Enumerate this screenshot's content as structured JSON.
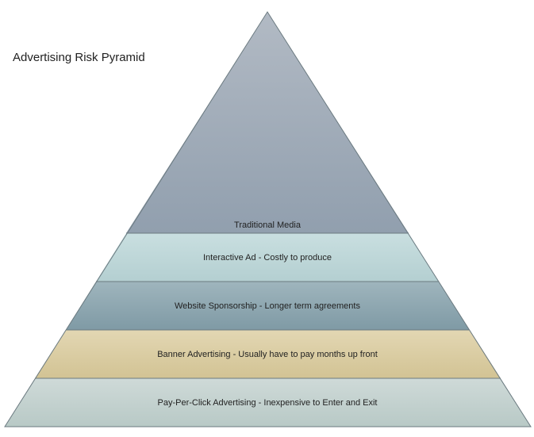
{
  "title": "Advertising Risk Pyramid",
  "layers": [
    {
      "label": "Traditional Media",
      "color_top": "#b2bac4",
      "color_bottom": "#919fae"
    },
    {
      "label": "Interactive Ad - Costly to produce",
      "color_top": "#c9dfe0",
      "color_bottom": "#b4cfd1"
    },
    {
      "label": "Website Sponsorship - Longer term agreements",
      "color_top": "#9fb5bd",
      "color_bottom": "#7f9aa5"
    },
    {
      "label": "Banner Advertising - Usually have to pay months up front",
      "color_top": "#e3d7b3",
      "color_bottom": "#d2c394"
    },
    {
      "label": "Pay-Per-Click Advertising - Inexpensive to Enter and Exit",
      "color_top": "#cfdad8",
      "color_bottom": "#b8c9c6"
    }
  ],
  "edge_color": "#6b7a80"
}
